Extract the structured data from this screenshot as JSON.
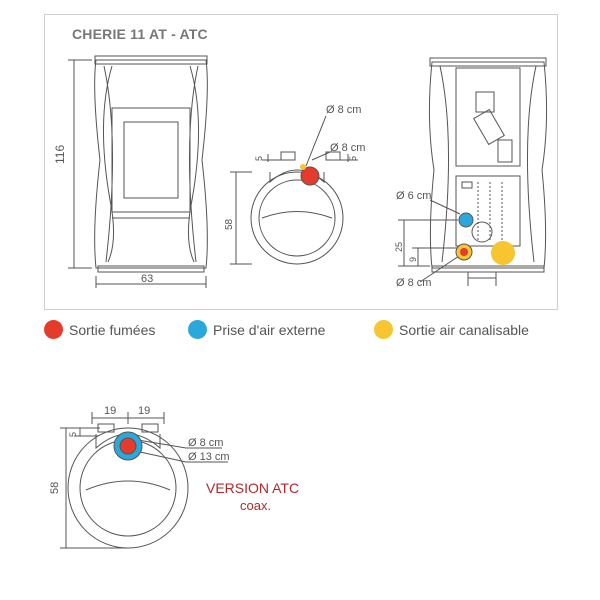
{
  "title": "CHERIE 11 AT - ATC",
  "colors": {
    "sortie_fumees": "#e53b2c",
    "prise_air": "#2aa8dc",
    "sortie_air": "#f7c530",
    "version_text": "#b5252a",
    "line": "#555555"
  },
  "front_view": {
    "height_label": "116",
    "width_label": "63"
  },
  "top_view": {
    "dia_label_1": "Ø 8 cm",
    "dia_label_2": "Ø 8 cm",
    "dim_left": "5",
    "dim_right": "5",
    "dim_depth": "58"
  },
  "back_view": {
    "dia_top": "Ø 6 cm",
    "dia_bottom": "Ø 8 cm",
    "dim_25": "25",
    "dim_9": "9"
  },
  "legend": [
    {
      "label": "Sortie fumées",
      "color_key": "sortie_fumees"
    },
    {
      "label": "Prise d'air externe",
      "color_key": "prise_air"
    },
    {
      "label": "Sortie air canalisable",
      "color_key": "sortie_air"
    }
  ],
  "atc_view": {
    "dim_19_left": "19",
    "dim_19_right": "19",
    "dim_5": "5",
    "dim_58": "58",
    "dia_inner": "Ø 8 cm",
    "dia_outer": "Ø 13 cm",
    "version_label": "VERSION ATC",
    "version_sub": "coax."
  }
}
